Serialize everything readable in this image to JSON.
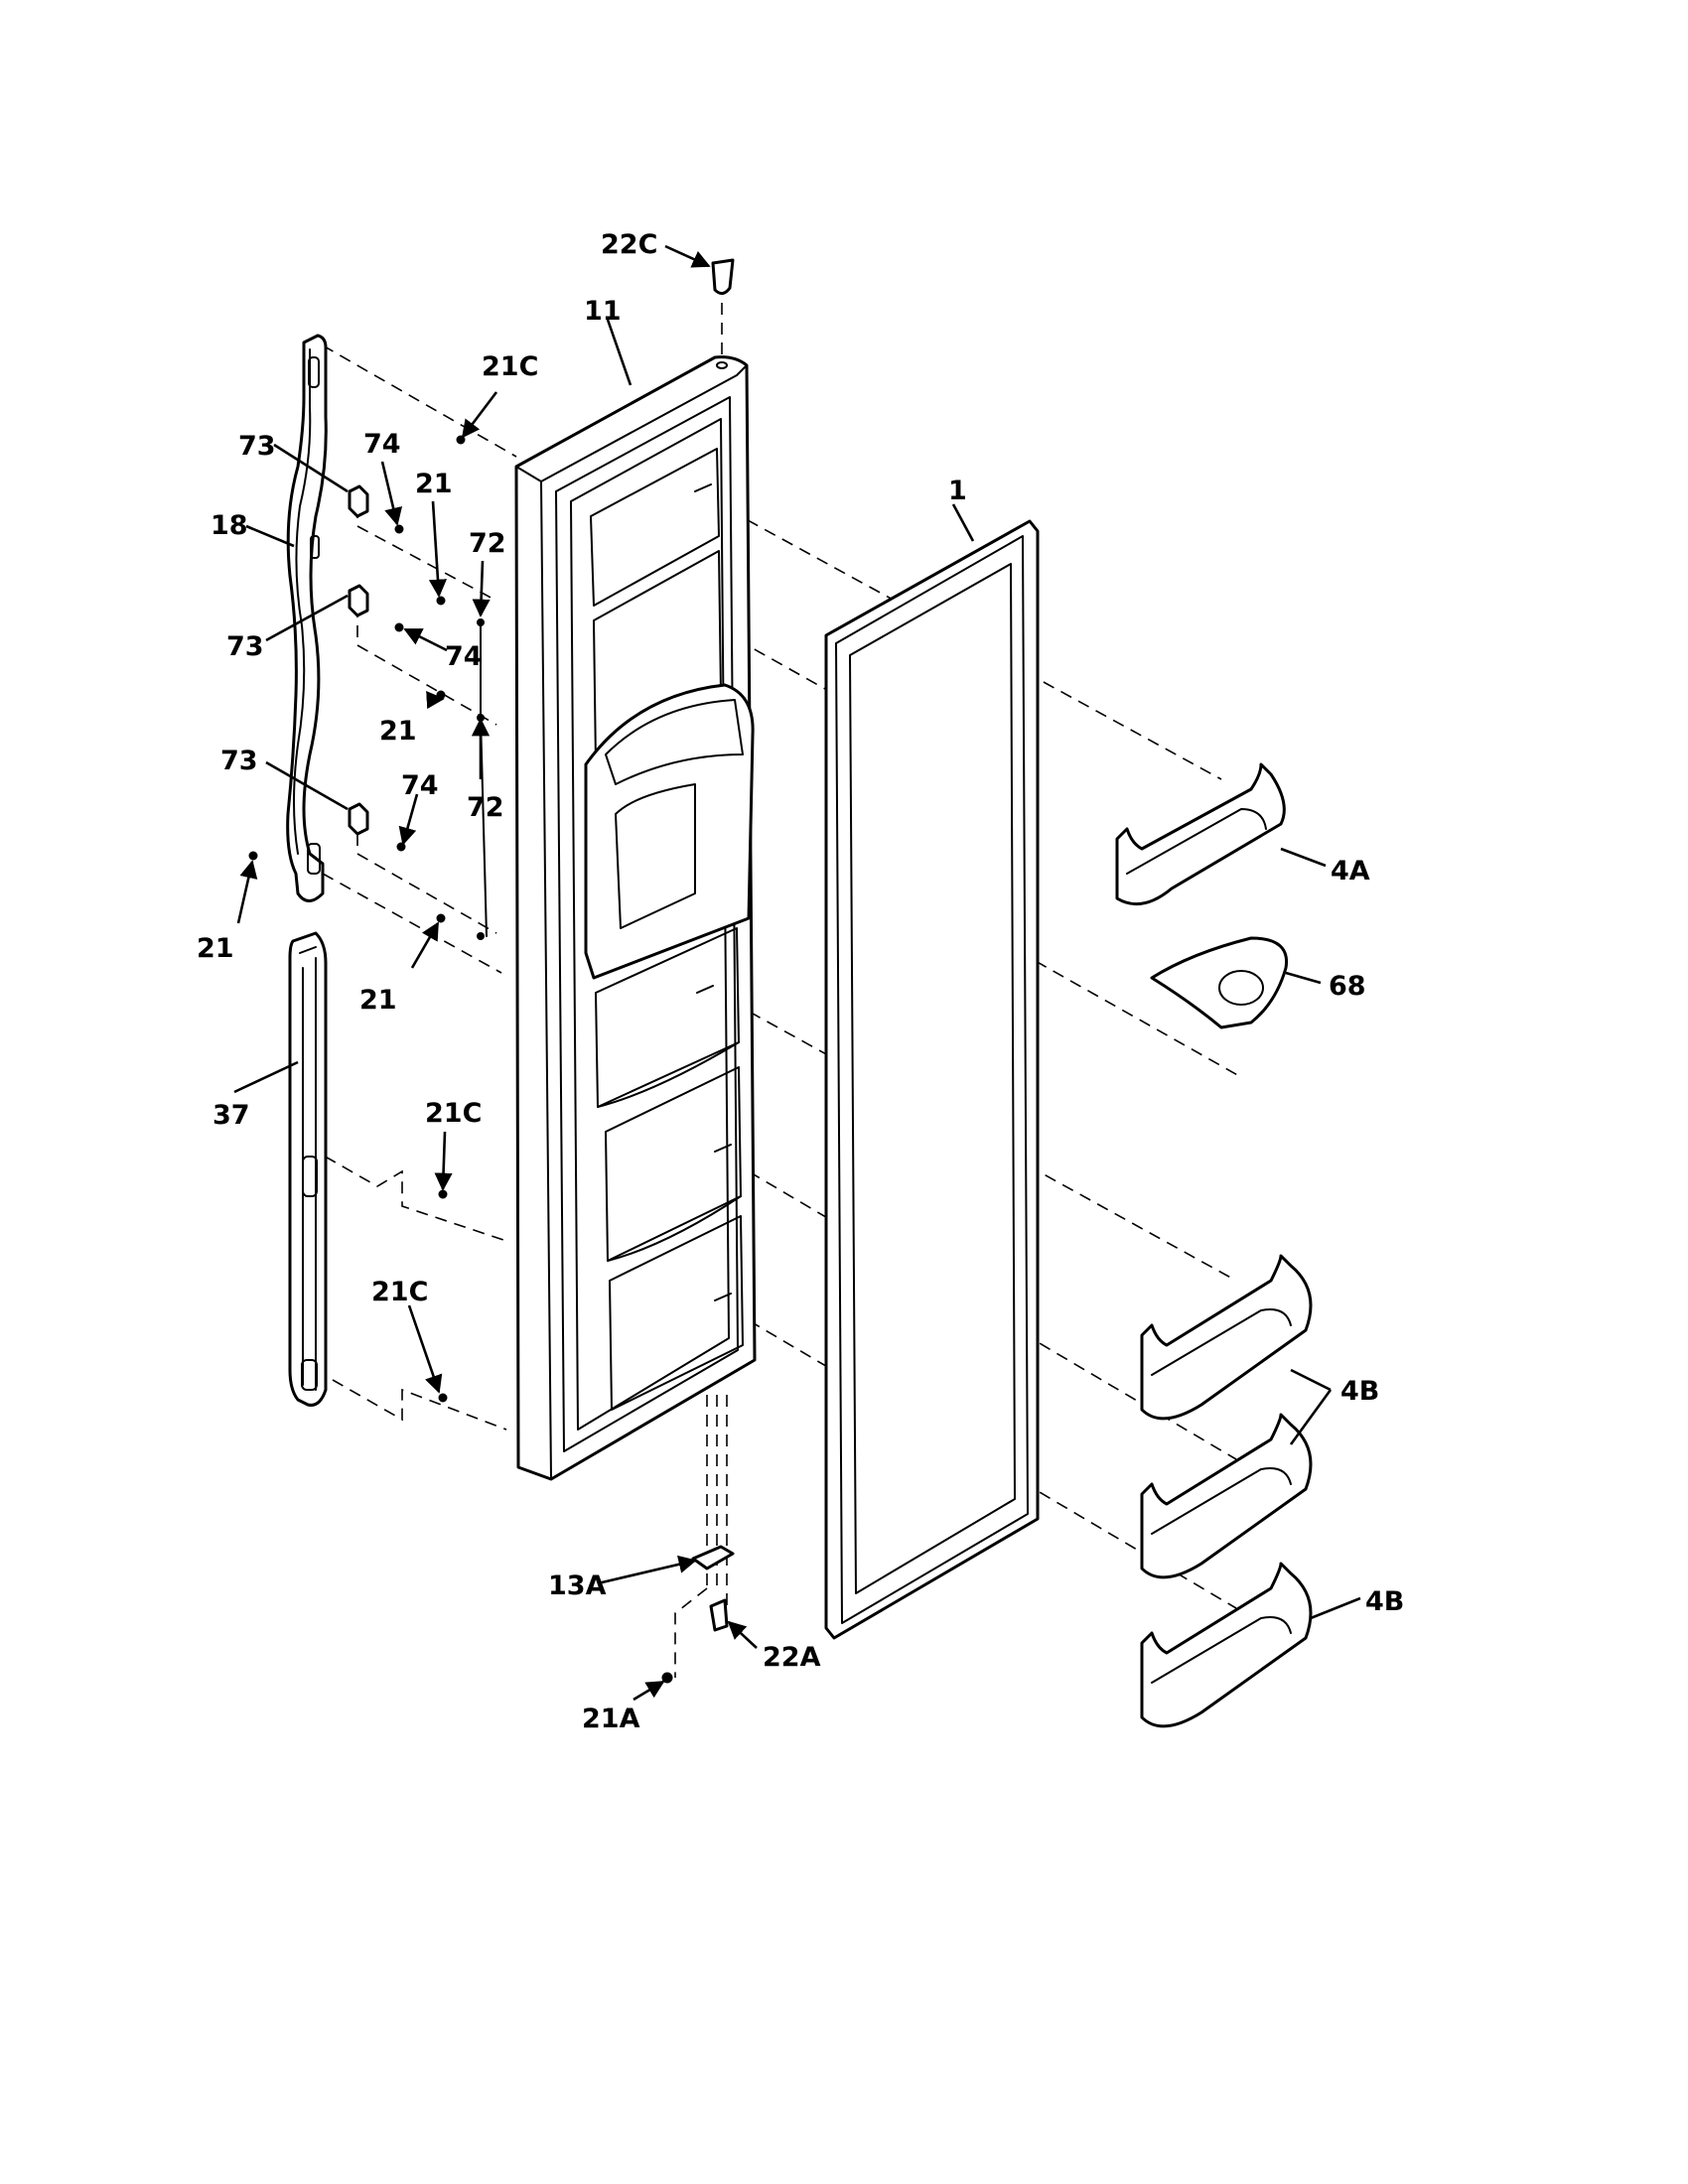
{
  "diagram": {
    "callouts": {
      "c1": "1",
      "c4A": "4A",
      "c4B_top": "4B",
      "c4B_bottom": "4B",
      "c11": "11",
      "c13A": "13A",
      "c18": "18",
      "c21_a": "21",
      "c21_b": "21",
      "c21_c": "21",
      "c21_d": "21",
      "c21A": "21A",
      "c21C_top": "21C",
      "c21C_mid": "21C",
      "c21C_bottom": "21C",
      "c22A": "22A",
      "c22C": "22C",
      "c37": "37",
      "c68": "68",
      "c72_top": "72",
      "c72_mid": "72",
      "c73_top": "73",
      "c73_mid": "73",
      "c73_bottom": "73",
      "c74_top": "74",
      "c74_mid": "74",
      "c74_bottom": "74"
    }
  }
}
